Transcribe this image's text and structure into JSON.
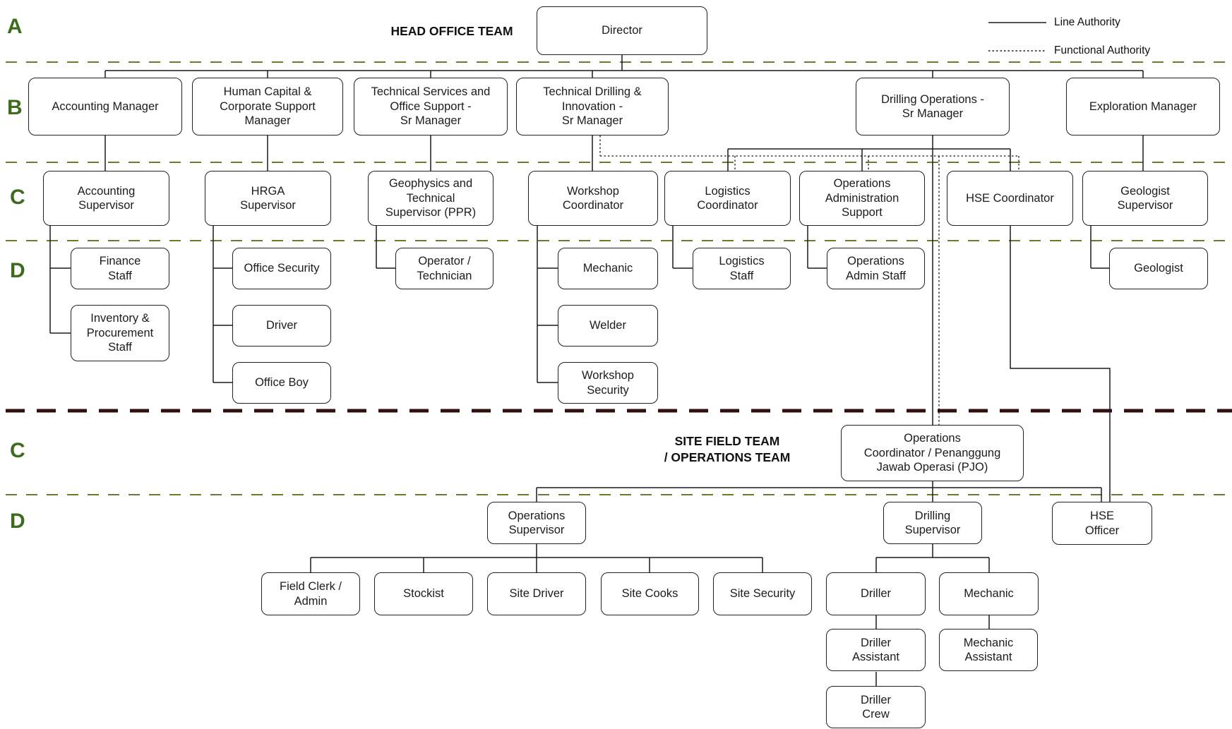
{
  "titles": {
    "head_office": "HEAD OFFICE TEAM",
    "site_field_line1": "SITE FIELD TEAM",
    "site_field_line2": "/ OPERATIONS TEAM"
  },
  "legend": {
    "line_authority": "Line Authority",
    "functional_authority": "Functional Authority"
  },
  "row_labels": [
    {
      "label": "A"
    },
    {
      "label": "B"
    },
    {
      "label": "C"
    },
    {
      "label": "D"
    },
    {
      "label": "C"
    },
    {
      "label": "D"
    }
  ],
  "colors": {
    "row_label_green": "#3e6b1e",
    "divider_olive": "#6d7a2c",
    "divider_maroon": "#30100f",
    "connector_line": "#1a1a1a",
    "box_border": "#212121",
    "box_fill": "#ffffff"
  },
  "nodes": [
    {
      "id": "director",
      "label": [
        "Director"
      ]
    },
    {
      "id": "accounting-manager",
      "label": [
        "Accounting Manager"
      ]
    },
    {
      "id": "human-capital-manager",
      "label": [
        "Human Capital &",
        "Corporate Support",
        "Manager"
      ]
    },
    {
      "id": "technical-services-sr-manager",
      "label": [
        "Technical Services and",
        "Office Support -",
        "Sr Manager"
      ]
    },
    {
      "id": "technical-drilling-sr-manager",
      "label": [
        "Technical Drilling &",
        "Innovation -",
        "Sr Manager"
      ]
    },
    {
      "id": "drilling-operations-sr-manager",
      "label": [
        "Drilling Operations -",
        "Sr Manager"
      ]
    },
    {
      "id": "exploration-manager",
      "label": [
        "Exploration Manager"
      ]
    },
    {
      "id": "accounting-supervisor",
      "label": [
        "Accounting",
        "Supervisor"
      ]
    },
    {
      "id": "hrga-supervisor",
      "label": [
        "HRGA",
        "Supervisor"
      ]
    },
    {
      "id": "geophysics-technical-supervisor",
      "label": [
        "Geophysics and",
        "Technical",
        "Supervisor (PPR)"
      ]
    },
    {
      "id": "workshop-coordinator",
      "label": [
        "Workshop",
        "Coordinator"
      ]
    },
    {
      "id": "logistics-coordinator",
      "label": [
        "Logistics",
        "Coordinator"
      ]
    },
    {
      "id": "operations-administration-support",
      "label": [
        "Operations",
        "Administration",
        "Support"
      ]
    },
    {
      "id": "hse-coordinator",
      "label": [
        "HSE Coordinator"
      ]
    },
    {
      "id": "geologist-supervisor",
      "label": [
        "Geologist",
        "Supervisor"
      ]
    },
    {
      "id": "finance-staff",
      "label": [
        "Finance",
        "Staff"
      ]
    },
    {
      "id": "inventory-procurement-staff",
      "label": [
        "Inventory &",
        "Procurement",
        "Staff"
      ]
    },
    {
      "id": "office-security",
      "label": [
        "Office Security"
      ]
    },
    {
      "id": "driver",
      "label": [
        "Driver"
      ]
    },
    {
      "id": "office-boy",
      "label": [
        "Office Boy"
      ]
    },
    {
      "id": "operator-technician",
      "label": [
        "Operator /",
        "Technician"
      ]
    },
    {
      "id": "mechanic",
      "label": [
        "Mechanic"
      ]
    },
    {
      "id": "welder",
      "label": [
        "Welder"
      ]
    },
    {
      "id": "workshop-security",
      "label": [
        "Workshop",
        "Security"
      ]
    },
    {
      "id": "logistics-staff",
      "label": [
        "Logistics",
        "Staff"
      ]
    },
    {
      "id": "operations-admin-staff",
      "label": [
        "Operations",
        "Admin Staff"
      ]
    },
    {
      "id": "geologist",
      "label": [
        "Geologist"
      ]
    },
    {
      "id": "operations-coordinator-pjo",
      "label": [
        "Operations",
        "Coordinator / Penanggung",
        "Jawab Operasi (PJO)"
      ]
    },
    {
      "id": "operations-supervisor",
      "label": [
        "Operations",
        "Supervisor"
      ]
    },
    {
      "id": "drilling-supervisor",
      "label": [
        "Drilling",
        "Supervisor"
      ]
    },
    {
      "id": "hse-officer",
      "label": [
        "HSE",
        "Officer"
      ]
    },
    {
      "id": "field-clerk-admin",
      "label": [
        "Field Clerk /",
        "Admin"
      ]
    },
    {
      "id": "stockist",
      "label": [
        "Stockist"
      ]
    },
    {
      "id": "site-driver",
      "label": [
        "Site Driver"
      ]
    },
    {
      "id": "site-cooks",
      "label": [
        "Site Cooks"
      ]
    },
    {
      "id": "site-security",
      "label": [
        "Site Security"
      ]
    },
    {
      "id": "driller",
      "label": [
        "Driller"
      ]
    },
    {
      "id": "site-mechanic",
      "label": [
        "Mechanic"
      ]
    },
    {
      "id": "driller-assistant",
      "label": [
        "Driller",
        "Assistant"
      ]
    },
    {
      "id": "mechanic-assistant",
      "label": [
        "Mechanic",
        "Assistant"
      ]
    },
    {
      "id": "driller-crew",
      "label": [
        "Driller",
        "Crew"
      ]
    }
  ]
}
